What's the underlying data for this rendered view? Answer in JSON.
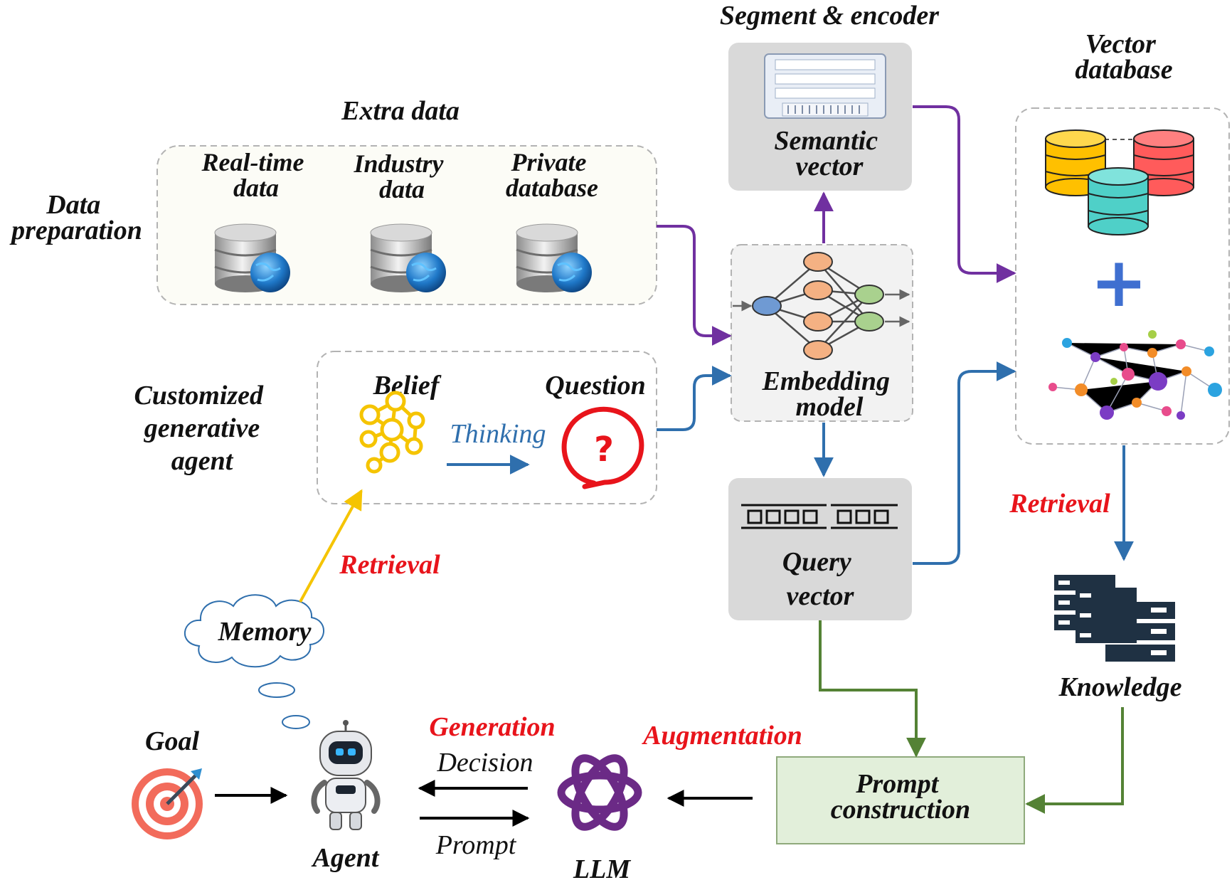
{
  "sections": {
    "data_preparation": "Data preparation",
    "customized_agent": "Customized generative agent"
  },
  "extra_data": {
    "title": "Extra data",
    "sources": [
      "Real-time data",
      "Industry data",
      "Private database"
    ]
  },
  "segment": {
    "title": "Segment & encoder",
    "semantic_vector": "Semantic vector"
  },
  "embedding_model": "Embedding model",
  "query_vector": "Query vector",
  "vector_database": {
    "title": "Vector database",
    "plus": "+"
  },
  "belief": "Belief",
  "question": "Question",
  "thinking": "Thinking",
  "retrieval_memory": "Retrieval",
  "retrieval_knowledge": "Retrieval",
  "memory": "Memory",
  "knowledge": "Knowledge",
  "goal": "Goal",
  "agent": "Agent",
  "llm": "LLM",
  "generation": "Generation",
  "decision": "Decision",
  "prompt": "Prompt",
  "augmentation": "Augmentation",
  "prompt_construction": "Prompt construction",
  "colors": {
    "purple": "#7030a0",
    "blue": "#2f6fad",
    "green": "#548235",
    "gold": "#f5c400",
    "red_label": "#e8141b",
    "llm_purple": "#6b2a86",
    "prompt_box_fill": "#e2efda"
  }
}
